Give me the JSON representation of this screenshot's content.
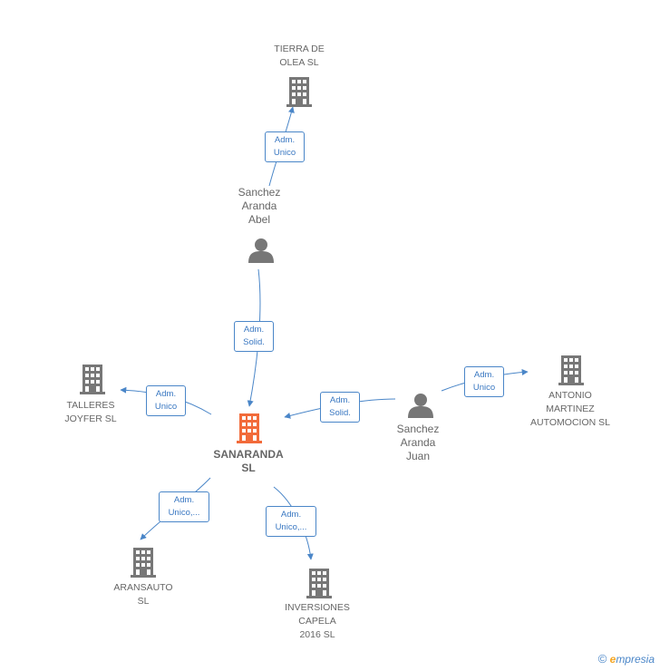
{
  "colors": {
    "edge": "#4a86c8",
    "node_gray": "#777777",
    "node_main": "#f26b3a",
    "label_text": "#666666"
  },
  "nodes": {
    "tierra": {
      "lines": [
        "TIERRA DE",
        "OLEA  SL"
      ],
      "icon": "building-icon"
    },
    "abel": {
      "lines": [
        "Sanchez",
        "Aranda",
        "Abel"
      ],
      "icon": "person-icon"
    },
    "talleres": {
      "lines": [
        "TALLERES",
        "JOYFER  SL"
      ],
      "icon": "building-icon"
    },
    "sanaranda": {
      "lines": [
        "SANARANDA",
        "SL"
      ],
      "icon": "building-icon"
    },
    "juan": {
      "lines": [
        "Sanchez",
        "Aranda",
        "Juan"
      ],
      "icon": "person-icon"
    },
    "antonio": {
      "lines": [
        "ANTONIO",
        "MARTINEZ",
        "AUTOMOCION SL"
      ],
      "icon": "building-icon"
    },
    "aransauto": {
      "lines": [
        "ARANSAUTO",
        "SL"
      ],
      "icon": "building-icon"
    },
    "inversiones": {
      "lines": [
        "INVERSIONES",
        "CAPELA",
        "2016  SL"
      ],
      "icon": "building-icon"
    }
  },
  "edges": {
    "abel_tierra": [
      "Adm.",
      "Unico"
    ],
    "abel_sanaranda": [
      "Adm.",
      "Solid."
    ],
    "sanaranda_talleres": [
      "Adm.",
      "Unico"
    ],
    "juan_sanaranda": [
      "Adm.",
      "Solid."
    ],
    "juan_antonio": [
      "Adm.",
      "Unico"
    ],
    "sanaranda_aransauto": [
      "Adm.",
      "Unico,..."
    ],
    "sanaranda_inversiones": [
      "Adm.",
      "Unico,..."
    ]
  },
  "brand": {
    "copyright": "©",
    "e": "e",
    "rest": "mpresia"
  }
}
